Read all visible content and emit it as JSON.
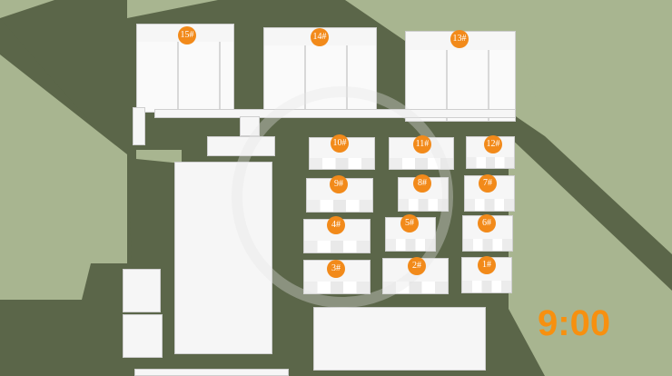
{
  "buildings": [
    {
      "label": "15#"
    },
    {
      "label": "14#"
    },
    {
      "label": "13#"
    },
    {
      "label": "10#"
    },
    {
      "label": "11#"
    },
    {
      "label": "12#"
    },
    {
      "label": "9#"
    },
    {
      "label": "8#"
    },
    {
      "label": "7#"
    },
    {
      "label": "4#"
    },
    {
      "label": "5#"
    },
    {
      "label": "6#"
    },
    {
      "label": "3#"
    },
    {
      "label": "2#"
    },
    {
      "label": "1#"
    }
  ],
  "time": "9:00",
  "colors": {
    "ground": "#a8b590",
    "shadow": "#5b6649",
    "label": "#f28a1a"
  }
}
